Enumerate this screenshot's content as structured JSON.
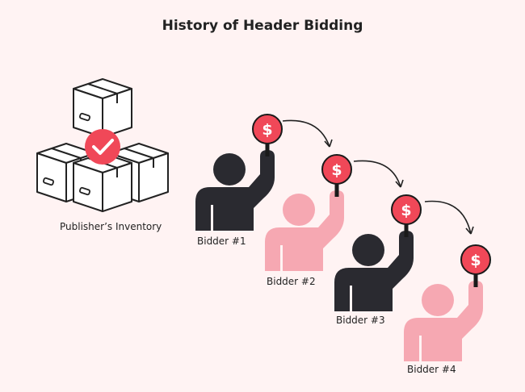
{
  "title": "History of Header Bidding",
  "inventory": {
    "label": "Publisher’s Inventory",
    "icon": "stacked-boxes-icon"
  },
  "paddle_symbol": "$",
  "colors": {
    "background": "#fff3f3",
    "dark": "#2a2a30",
    "pink": "#f6a8b2",
    "accent": "#f04858",
    "white": "#ffffff"
  },
  "bidders": [
    {
      "label": "Bidder #1",
      "tone": "dark"
    },
    {
      "label": "Bidder #2",
      "tone": "pink"
    },
    {
      "label": "Bidder #3",
      "tone": "dark"
    },
    {
      "label": "Bidder #4",
      "tone": "pink"
    }
  ]
}
